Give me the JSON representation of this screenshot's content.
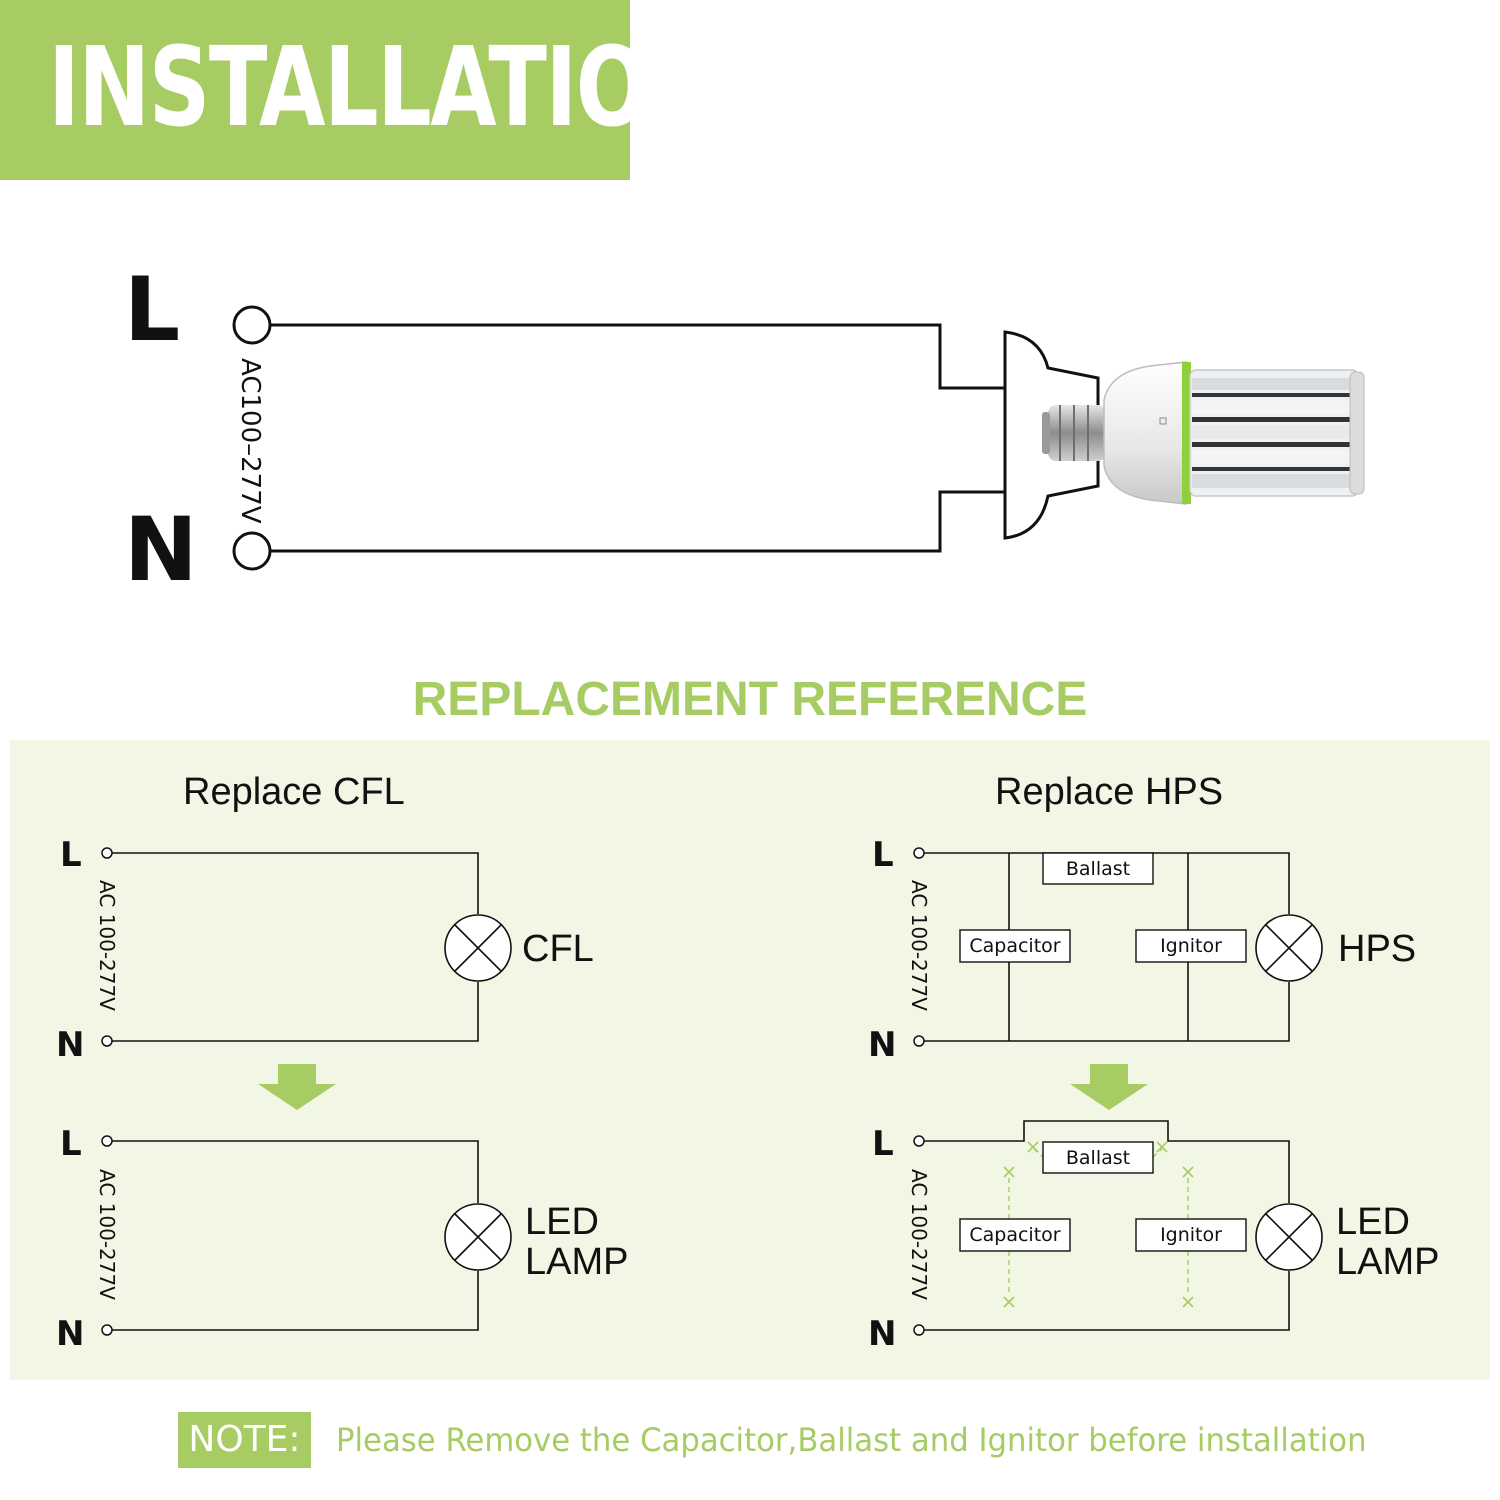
{
  "header": {
    "title": "INSTALLATION"
  },
  "top_diagram": {
    "terminal_L": "L",
    "terminal_N": "N",
    "voltage": "AC100–277V"
  },
  "reference": {
    "title": "REPLACEMENT REFERENCE",
    "cfl": {
      "heading": "Replace CFL",
      "terminal_L": "L",
      "terminal_N": "N",
      "voltage": "AC 100-277V",
      "lamp_before": "CFL",
      "lamp_after_line1": "LED",
      "lamp_after_line2": "LAMP"
    },
    "hps": {
      "heading": "Replace HPS",
      "terminal_L": "L",
      "terminal_N": "N",
      "voltage": "AC 100-277V",
      "ballast": "Ballast",
      "capacitor": "Capacitor",
      "ignitor": "Ignitor",
      "lamp_before": "HPS",
      "lamp_after_line1": "LED",
      "lamp_after_line2": "LAMP"
    }
  },
  "note": {
    "label": "NOTE:",
    "text": "Please Remove the Capacitor,Ballast and Ignitor before installation"
  },
  "colors": {
    "accent": "#a6cc63",
    "panel": "#f1f7e4",
    "line": "#111111"
  }
}
